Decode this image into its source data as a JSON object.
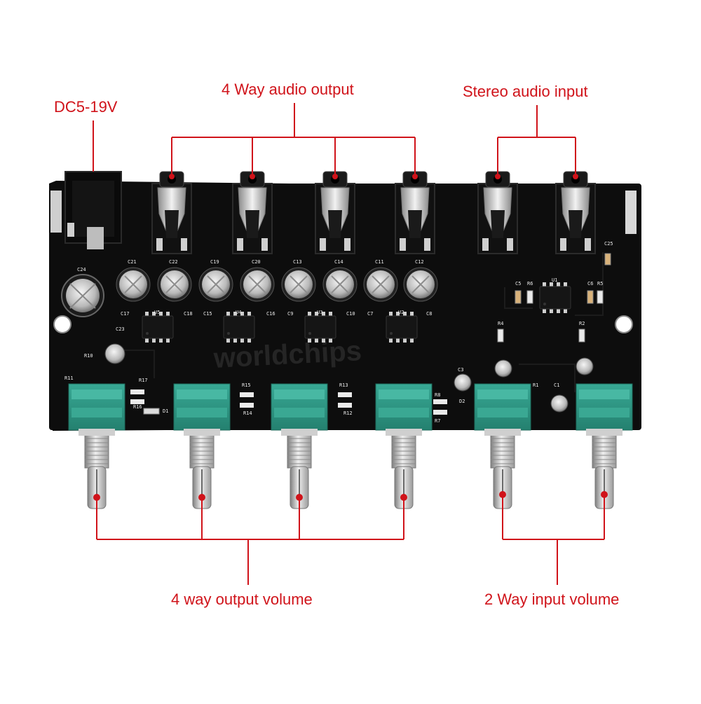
{
  "annotations": {
    "dc_label": "DC5-19V",
    "output_label": "4 Way audio output",
    "input_label": "Stereo audio input",
    "output_volume_label": "4 way output volume",
    "input_volume_label": "2 Way input volume"
  },
  "watermark": "worldchips",
  "silkscreen": {
    "caps_top": [
      "C21",
      "C22",
      "C19",
      "C20",
      "C13",
      "C14",
      "C11",
      "C12"
    ],
    "chips": [
      "U5",
      "U4",
      "U3",
      "U2"
    ],
    "input_chip": "U1",
    "cap_big": "C24",
    "misc": [
      "C17",
      "C18",
      "C15",
      "C16",
      "C9",
      "C10",
      "C7",
      "C8",
      "C23",
      "R10",
      "C5",
      "R6",
      "C6",
      "R5",
      "R4",
      "R2",
      "C25",
      "C3",
      "R1",
      "C1",
      "R11",
      "R17",
      "R16",
      "D1",
      "R15",
      "R14",
      "R13",
      "R12",
      "R8",
      "R7",
      "D2"
    ]
  },
  "colors": {
    "board": "#0d0d0d",
    "annotation": "#d0131a",
    "pot_body": "#2e9a86",
    "jack_metal": "#bfbfbf"
  }
}
